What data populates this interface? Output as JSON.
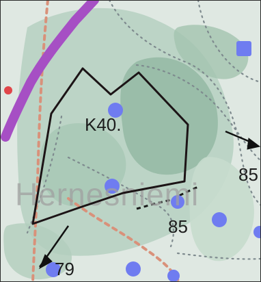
{
  "map": {
    "area_label": "K40.",
    "place_name": "Hernesniemi",
    "elevation_labels": [
      "85",
      "85",
      "79"
    ]
  },
  "colors": {
    "border": "#2a2a2a",
    "background": "#dfe8e2",
    "forest_light": "#b8d2c3",
    "forest_dark": "#8fb59f",
    "road_purple": "#a64fc4",
    "path_salmon": "#d9917a",
    "dot_blue": "#6f7cf0",
    "dotted_gray": "#7e8a8e",
    "polygon": "#1c1416",
    "text_dark": "#1c1c1c",
    "place_name_gray": "#a0a0a0",
    "marker_red": "#e0464a"
  },
  "icons": {
    "survey_markers": "blue-dot",
    "square_marker": "blue-square",
    "arrow_markers": "black-arrowhead"
  }
}
